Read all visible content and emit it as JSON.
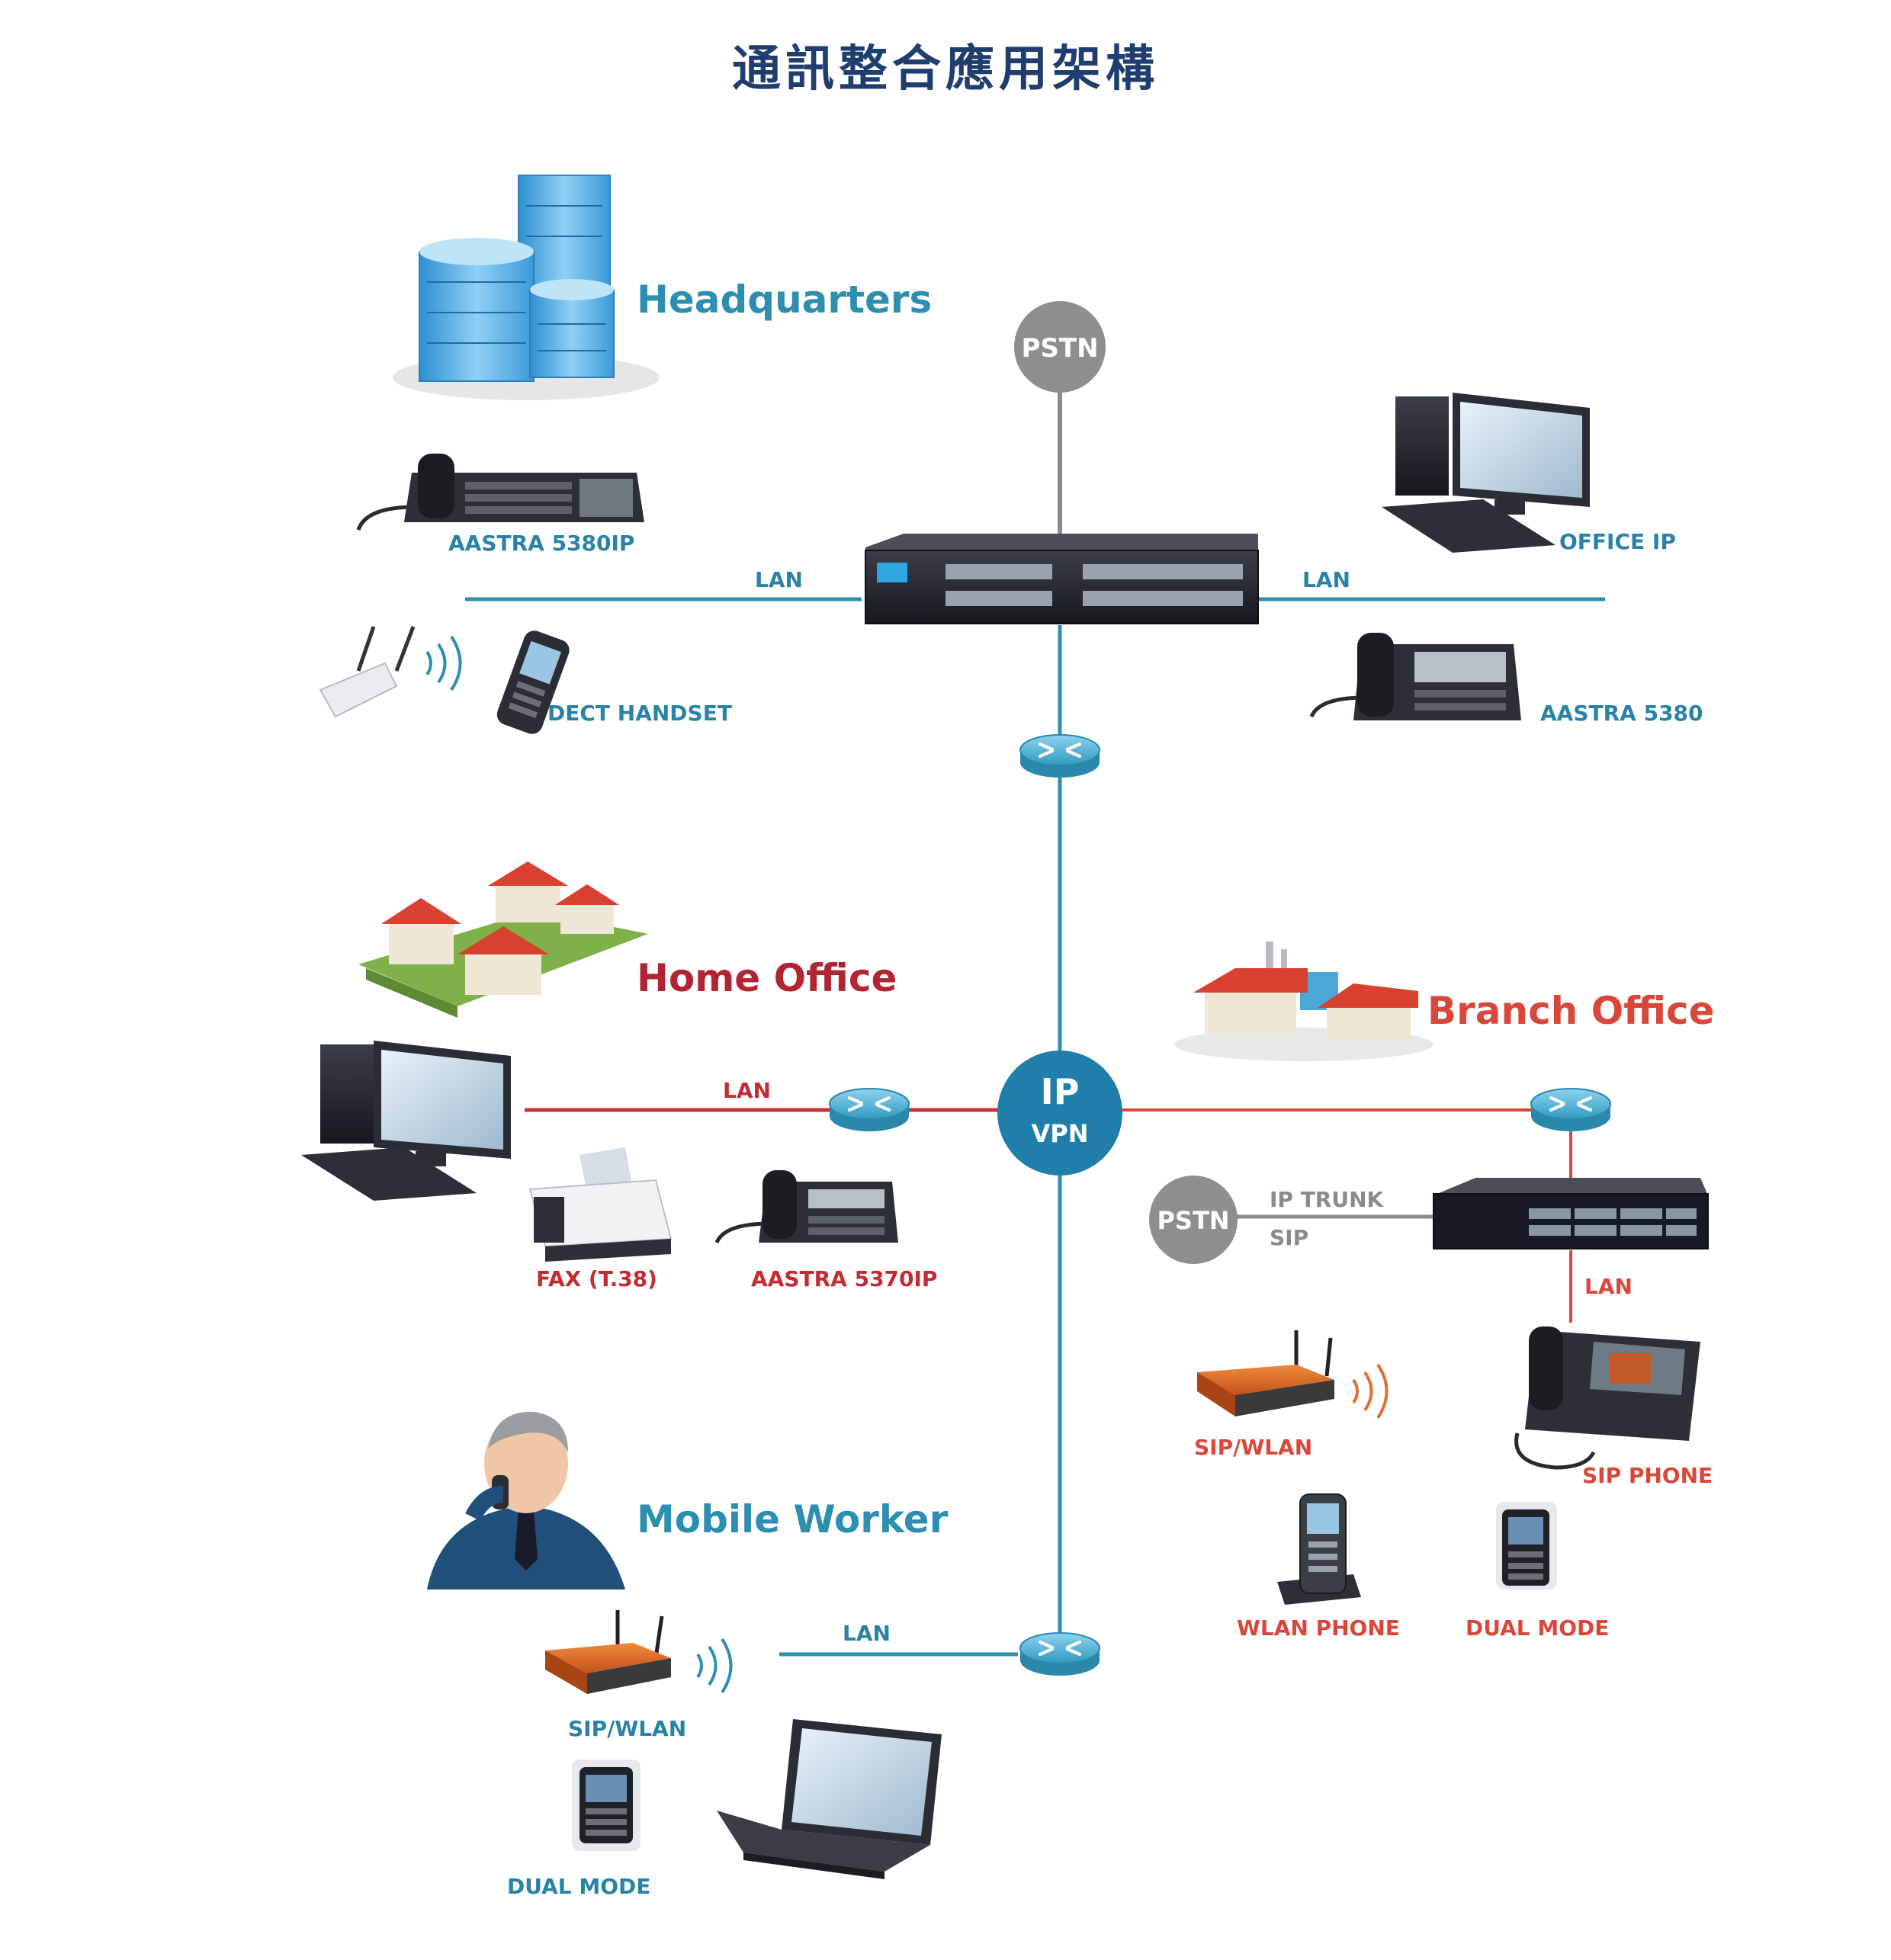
{
  "title": "通訊整合應用架構",
  "colors": {
    "title": "#1f3d6e",
    "teal": "#2c8fb0",
    "red": "#c8303a",
    "gray": "#8a8a8a",
    "hq_text": "#2c8fb0",
    "home_text": "#b32432",
    "branch_text": "#d9473b",
    "mobile_text": "#2c8fb0",
    "label_blue": "#2a82a6",
    "label_red": "#c22c34"
  },
  "sites": {
    "headquarters": "Headquarters",
    "home_office": "Home Office",
    "branch_office": "Branch Office",
    "mobile_worker": "Mobile Worker"
  },
  "nodes": {
    "pstn_top": "PSTN",
    "pstn_branch": "PSTN",
    "ip_vpn_line1": "IP",
    "ip_vpn_line2": "VPN"
  },
  "labels": {
    "hq_phone": "AASTRA 5380IP",
    "hq_lan_left": "LAN",
    "hq_lan_right": "LAN",
    "hq_dect": "DECT HANDSET",
    "hq_office_ip": "OFFICE IP",
    "hq_phone_right": "AASTRA 5380",
    "home_lan": "LAN",
    "home_fax": "FAX (T.38)",
    "home_phone": "AASTRA 5370IP",
    "branch_ip_trunk": "IP TRUNK",
    "branch_sip": "SIP",
    "branch_lan": "LAN",
    "branch_sip_wlan": "SIP/WLAN",
    "branch_sip_phone": "SIP PHONE",
    "branch_wlan_phone": "WLAN PHONE",
    "branch_dual_mode": "DUAL MODE",
    "mobile_lan": "LAN",
    "mobile_sip_wlan": "SIP/WLAN",
    "mobile_dual_mode": "DUAL MODE"
  },
  "icons": {
    "hq_building": "office-building-icon",
    "home_houses": "houses-icon",
    "branch_factory": "factory-icon",
    "mobile_person": "person-phone-icon",
    "router": "router-icon",
    "desk_phone": "desk-phone-icon",
    "computer": "desktop-computer-icon",
    "laptop": "laptop-icon",
    "wifi_router": "wifi-router-icon",
    "smartphone": "smartphone-icon",
    "fax": "fax-machine-icon",
    "switch": "network-switch-icon",
    "access_point": "access-point-icon"
  }
}
